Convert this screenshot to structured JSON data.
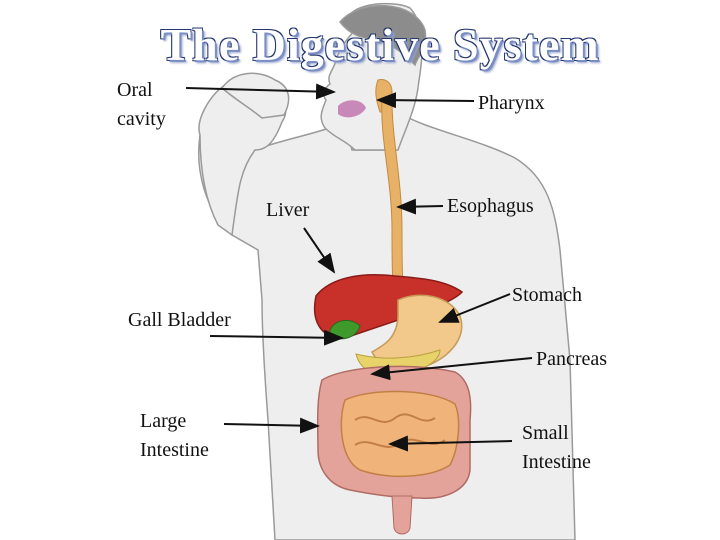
{
  "title": "The Digestive System",
  "labels": {
    "oral_cavity": "Oral\ncavity",
    "pharynx": "Pharynx",
    "liver": "Liver",
    "esophagus": "Esophagus",
    "stomach": "Stomach",
    "gall_bladder": "Gall Bladder",
    "pancreas": "Pancreas",
    "large_intestine": "Large\nIntestine",
    "small_intestine": "Small\nIntestine"
  },
  "colors": {
    "body_fill": "#eeeeee",
    "body_outline": "#9a9a9a",
    "liver": "#c8302a",
    "gall_bladder": "#3f9a2c",
    "stomach": "#f2c98a",
    "esophagus": "#e7b267",
    "pancreas": "#e8d36a",
    "small_intestine": "#f0b47a",
    "large_intestine": "#e4a39a",
    "title_outline": "#23366f"
  }
}
